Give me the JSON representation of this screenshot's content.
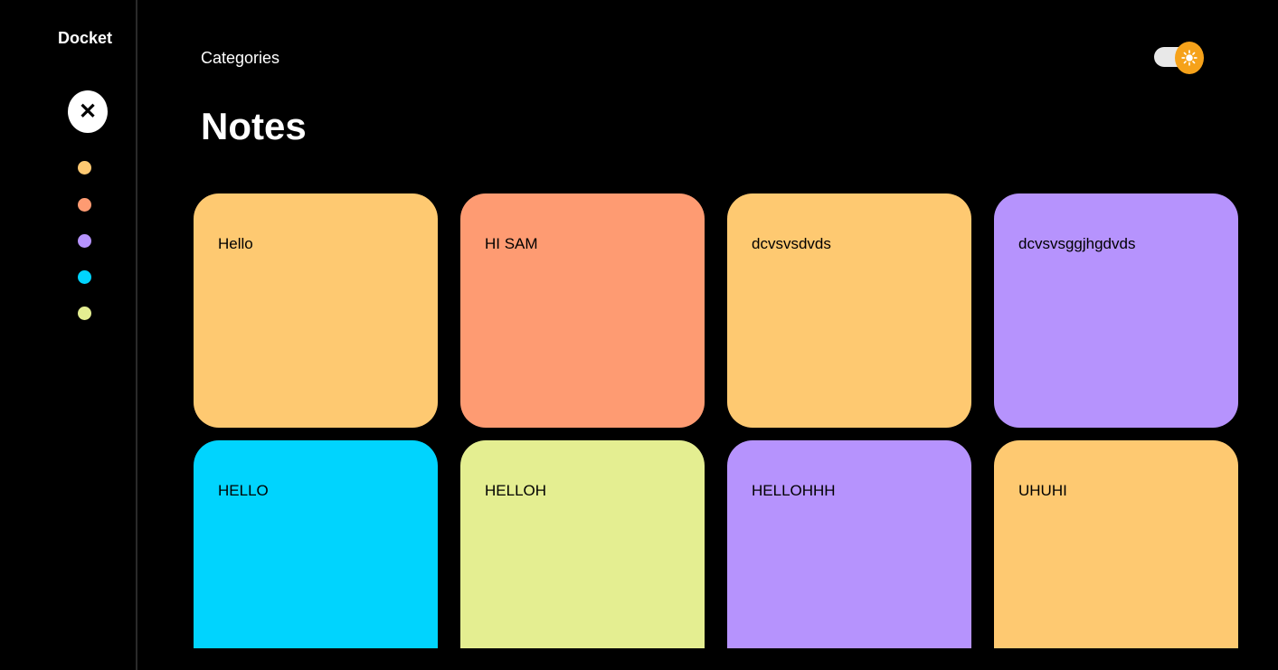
{
  "sidebar": {
    "brand": "Docket",
    "close_icon": "close-icon",
    "color_dots": [
      {
        "name": "orange",
        "color": "#fec971"
      },
      {
        "name": "salmon",
        "color": "#fe9b72"
      },
      {
        "name": "purple",
        "color": "#b693fd"
      },
      {
        "name": "cyan",
        "color": "#00d4fe"
      },
      {
        "name": "lime",
        "color": "#e4ee91"
      }
    ]
  },
  "header": {
    "categories_label": "Categories",
    "title": "Notes",
    "theme_toggle_icon": "sun-icon"
  },
  "notes": [
    {
      "text": "Hello",
      "color": "#fec971"
    },
    {
      "text": "HI SAM",
      "color": "#fe9b72"
    },
    {
      "text": "dcvsvsdvds",
      "color": "#fec971"
    },
    {
      "text": "dcvsvsggjhgdvds",
      "color": "#b693fd"
    },
    {
      "text": "HELLO",
      "color": "#00d4fe"
    },
    {
      "text": "HELLOH",
      "color": "#e4ee91"
    },
    {
      "text": "HELLOHHH",
      "color": "#b693fd"
    },
    {
      "text": "UHUHI",
      "color": "#fec971"
    }
  ]
}
